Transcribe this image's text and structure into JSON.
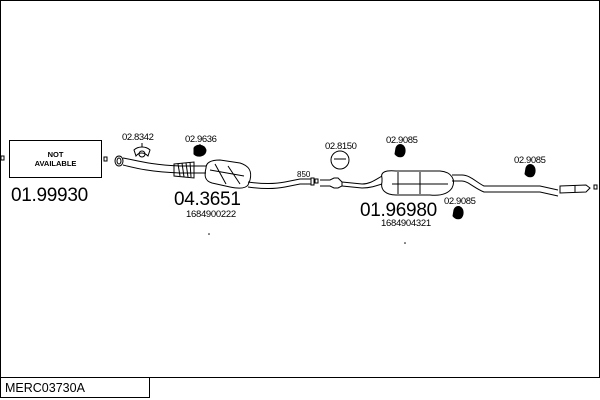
{
  "not_available": {
    "line1": "NOT",
    "line2": "AVAILABLE"
  },
  "part_numbers": {
    "front_pipe": "01.99930",
    "middle_silencer": "04.3651",
    "rear_silencer": "01.96980"
  },
  "oem_numbers": {
    "middle": "1684900222",
    "rear": "1684904321"
  },
  "accessories": {
    "clamp_front": "02.8342",
    "gasket_front": "02.9636",
    "ring_middle": "02.8150",
    "rubber_mount_1": "02.9085",
    "rubber_mount_2": "02.9085",
    "rubber_mount_3": "02.9085"
  },
  "pipe_length": "850",
  "model_code": "MERC03730A",
  "colors": {
    "line": "#000000",
    "background": "#ffffff"
  }
}
